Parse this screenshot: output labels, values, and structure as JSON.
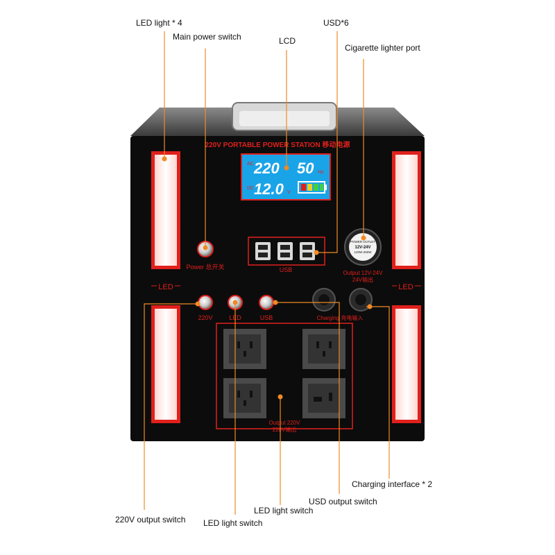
{
  "callouts": {
    "led_light_4": "LED light * 4",
    "main_power_switch": "Main power switch",
    "lcd": "LCD",
    "usd_6": "USD*6",
    "cigarette_lighter_port": "Cigarette lighter port",
    "charging_interface_2": "Charging interface * 2",
    "usd_output_switch": "USD output switch",
    "led_light_switch_a": "LED light switch",
    "led_light_switch_b": "LED light switch",
    "output_220v_switch": "220V output switch"
  },
  "device": {
    "title": "220V PORTABLE POWER STATION 移动电源",
    "lcd_ac_tag": "AC",
    "lcd_ac_value": "220",
    "lcd_hz_value": "50",
    "lcd_hz_unit": "Hz",
    "lcd_dc_tag": "DC",
    "lcd_dc_value": "12.0",
    "lcd_v_unit": "V",
    "power_label": "Power 总开关",
    "usb_panel_label": "USB",
    "cig_label_1": "Output 12V-24V",
    "cig_label_2": "24V输出",
    "cig_cap_1": "POWER OUTLET",
    "cig_cap_2": "12V-24V",
    "cig_cap_3": "120W-250W",
    "led_side_left": "LED",
    "led_side_right": "LED",
    "switch_220v": "220V",
    "switch_led": "LED",
    "switch_usb": "USB",
    "charging_label": "Charging 充电输入",
    "output_label_1": "Output 220V",
    "output_label_2": "220V输出"
  },
  "colors": {
    "panel": "#0c0c0c",
    "accent_red": "#e0201c",
    "callout_orange": "#f08a24",
    "lcd_blue": "#1aa4e8"
  }
}
